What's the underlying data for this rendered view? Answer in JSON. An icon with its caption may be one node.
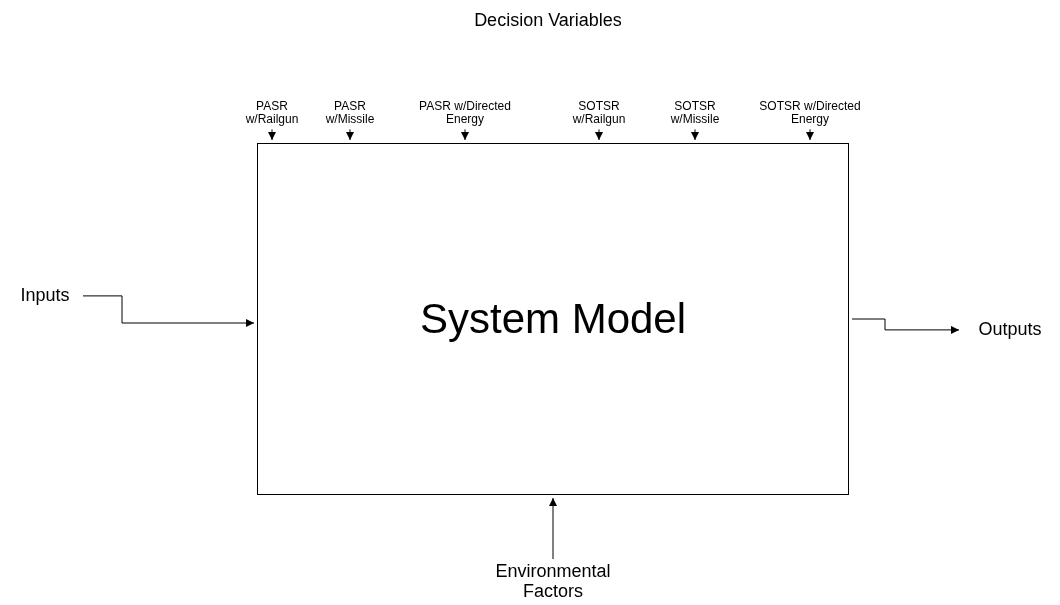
{
  "diagram": {
    "nodes": [
      {
        "text": [
          "System Model"
        ]
      },
      {
        "text": [
          "PASR w/Railgun"
        ]
      },
      {
        "text": [
          "PASR w/Missile"
        ]
      },
      {
        "text": [
          "PASR w/Directed Energy"
        ]
      },
      {
        "text": [
          "SOTSR w/Railgun"
        ]
      },
      {
        "text": [
          "SOTSR w/Missile"
        ]
      },
      {
        "text": [
          "SOTSR w/Directed Energy"
        ]
      },
      {
        "text": [
          "Inputs"
        ]
      },
      {
        "text": [
          "Outputs"
        ]
      },
      {
        "text": [
          "Environmental Factors"
        ]
      }
    ],
    "edges": [
      {
        "from": 1,
        "to": 0,
        "arrow": "to"
      },
      {
        "from": 2,
        "to": 0,
        "arrow": "to"
      },
      {
        "from": 3,
        "to": 0,
        "arrow": "to"
      },
      {
        "from": 4,
        "to": 0,
        "arrow": "to"
      },
      {
        "from": 5,
        "to": 0,
        "arrow": "to"
      },
      {
        "from": 6,
        "to": 0,
        "arrow": "to"
      },
      {
        "from": 7,
        "to": 0,
        "arrow": "to"
      },
      {
        "from": 0,
        "to": 8,
        "arrow": "to"
      },
      {
        "from": 9,
        "to": 0,
        "arrow": "to"
      }
    ],
    "labels": [
      "Decision Variables"
    ]
  }
}
